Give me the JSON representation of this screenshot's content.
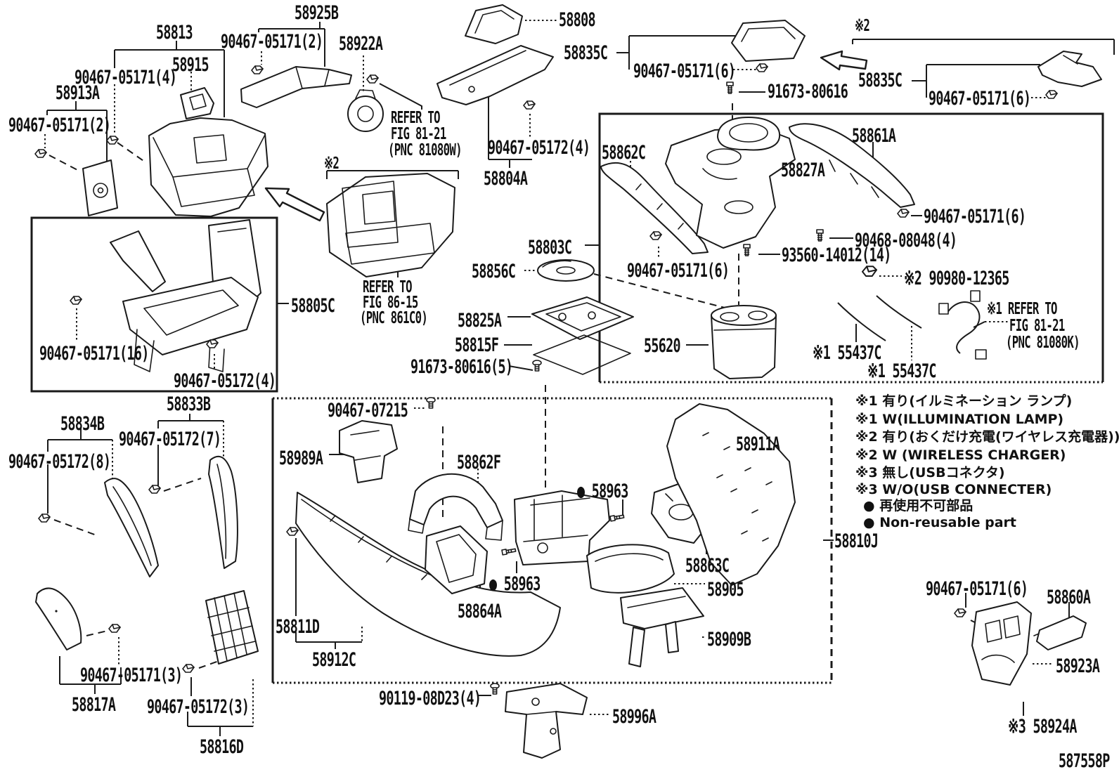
{
  "figure": {
    "code": "587558P"
  },
  "legend": [
    "※1 有り(イルミネーション ランプ)",
    "※1 W(ILLUMINATION LAMP)",
    "※2 有り(おくだけ充電(ワイヤレス充電器))",
    "※2 W (WIRELESS CHARGER)",
    "※3 無し(USBコネクタ)",
    "※3 W/O(USB CONNECTER)",
    "● 再使用不可部品",
    "● Non-reusable part"
  ],
  "labels": [
    {
      "text": "58813"
    },
    {
      "text": "90467-05171(4)"
    },
    {
      "text": "58915"
    },
    {
      "text": "58913A"
    },
    {
      "text": "90467-05171(2)"
    },
    {
      "text": "58925B"
    },
    {
      "text": "90467-05171(2)"
    },
    {
      "text": "58922A"
    },
    {
      "text": "REFER TO"
    },
    {
      "text": "FIG 81-21"
    },
    {
      "text": "(PNC 81080W)"
    },
    {
      "text": "90467-05172(4)"
    },
    {
      "text": "58804A"
    },
    {
      "text": "58808"
    },
    {
      "text": "58835C"
    },
    {
      "text": "90467-05171(6)"
    },
    {
      "text": "91673-80616"
    },
    {
      "text": "※2"
    },
    {
      "text": "58835C"
    },
    {
      "text": "90467-05171(6)"
    },
    {
      "text": "58862C"
    },
    {
      "text": "58827A"
    },
    {
      "text": "58861A"
    },
    {
      "text": "90467-05171(6)"
    },
    {
      "text": "90468-08048(4)"
    },
    {
      "text": "93560-14012(14)"
    },
    {
      "text": "90467-05171(6)"
    },
    {
      "text": "※2 90980-12365"
    },
    {
      "text": "58803C"
    },
    {
      "text": "58856C"
    },
    {
      "text": "58825A"
    },
    {
      "text": "58815F"
    },
    {
      "text": "91673-80616(5)"
    },
    {
      "text": "55620"
    },
    {
      "text": "※1 55437C"
    },
    {
      "text": "※1 55437C"
    },
    {
      "text": "※1 REFER TO"
    },
    {
      "text": "FIG 81-21"
    },
    {
      "text": "(PNC 81080K)"
    },
    {
      "text": "※2"
    },
    {
      "text": "REFER TO"
    },
    {
      "text": "FIG 86-15"
    },
    {
      "text": "(PNC 861C0)"
    },
    {
      "text": "58805C"
    },
    {
      "text": "90467-05171(16)"
    },
    {
      "text": "90467-05172(4)"
    },
    {
      "text": "58833B"
    },
    {
      "text": "90467-05172(7)"
    },
    {
      "text": "58834B"
    },
    {
      "text": "90467-05172(8)"
    },
    {
      "text": "58817A"
    },
    {
      "text": "90467-05171(3)"
    },
    {
      "text": "90467-05172(3)"
    },
    {
      "text": "58816D"
    },
    {
      "text": "90467-07215"
    },
    {
      "text": "58989A"
    },
    {
      "text": "58862F"
    },
    {
      "text": "● 58963"
    },
    {
      "text": "58911A"
    },
    {
      "text": "58863C"
    },
    {
      "text": "● 58963"
    },
    {
      "text": "58864A"
    },
    {
      "text": "58811D"
    },
    {
      "text": "58912C"
    },
    {
      "text": "58905"
    },
    {
      "text": "58909B"
    },
    {
      "text": "58996A"
    },
    {
      "text": "90119-08D23(4)"
    },
    {
      "text": "58810J"
    },
    {
      "text": "90467-05171(6)"
    },
    {
      "text": "58860A"
    },
    {
      "text": "58923A"
    },
    {
      "text": "※3 58924A"
    },
    {
      "text": "587558P"
    }
  ]
}
